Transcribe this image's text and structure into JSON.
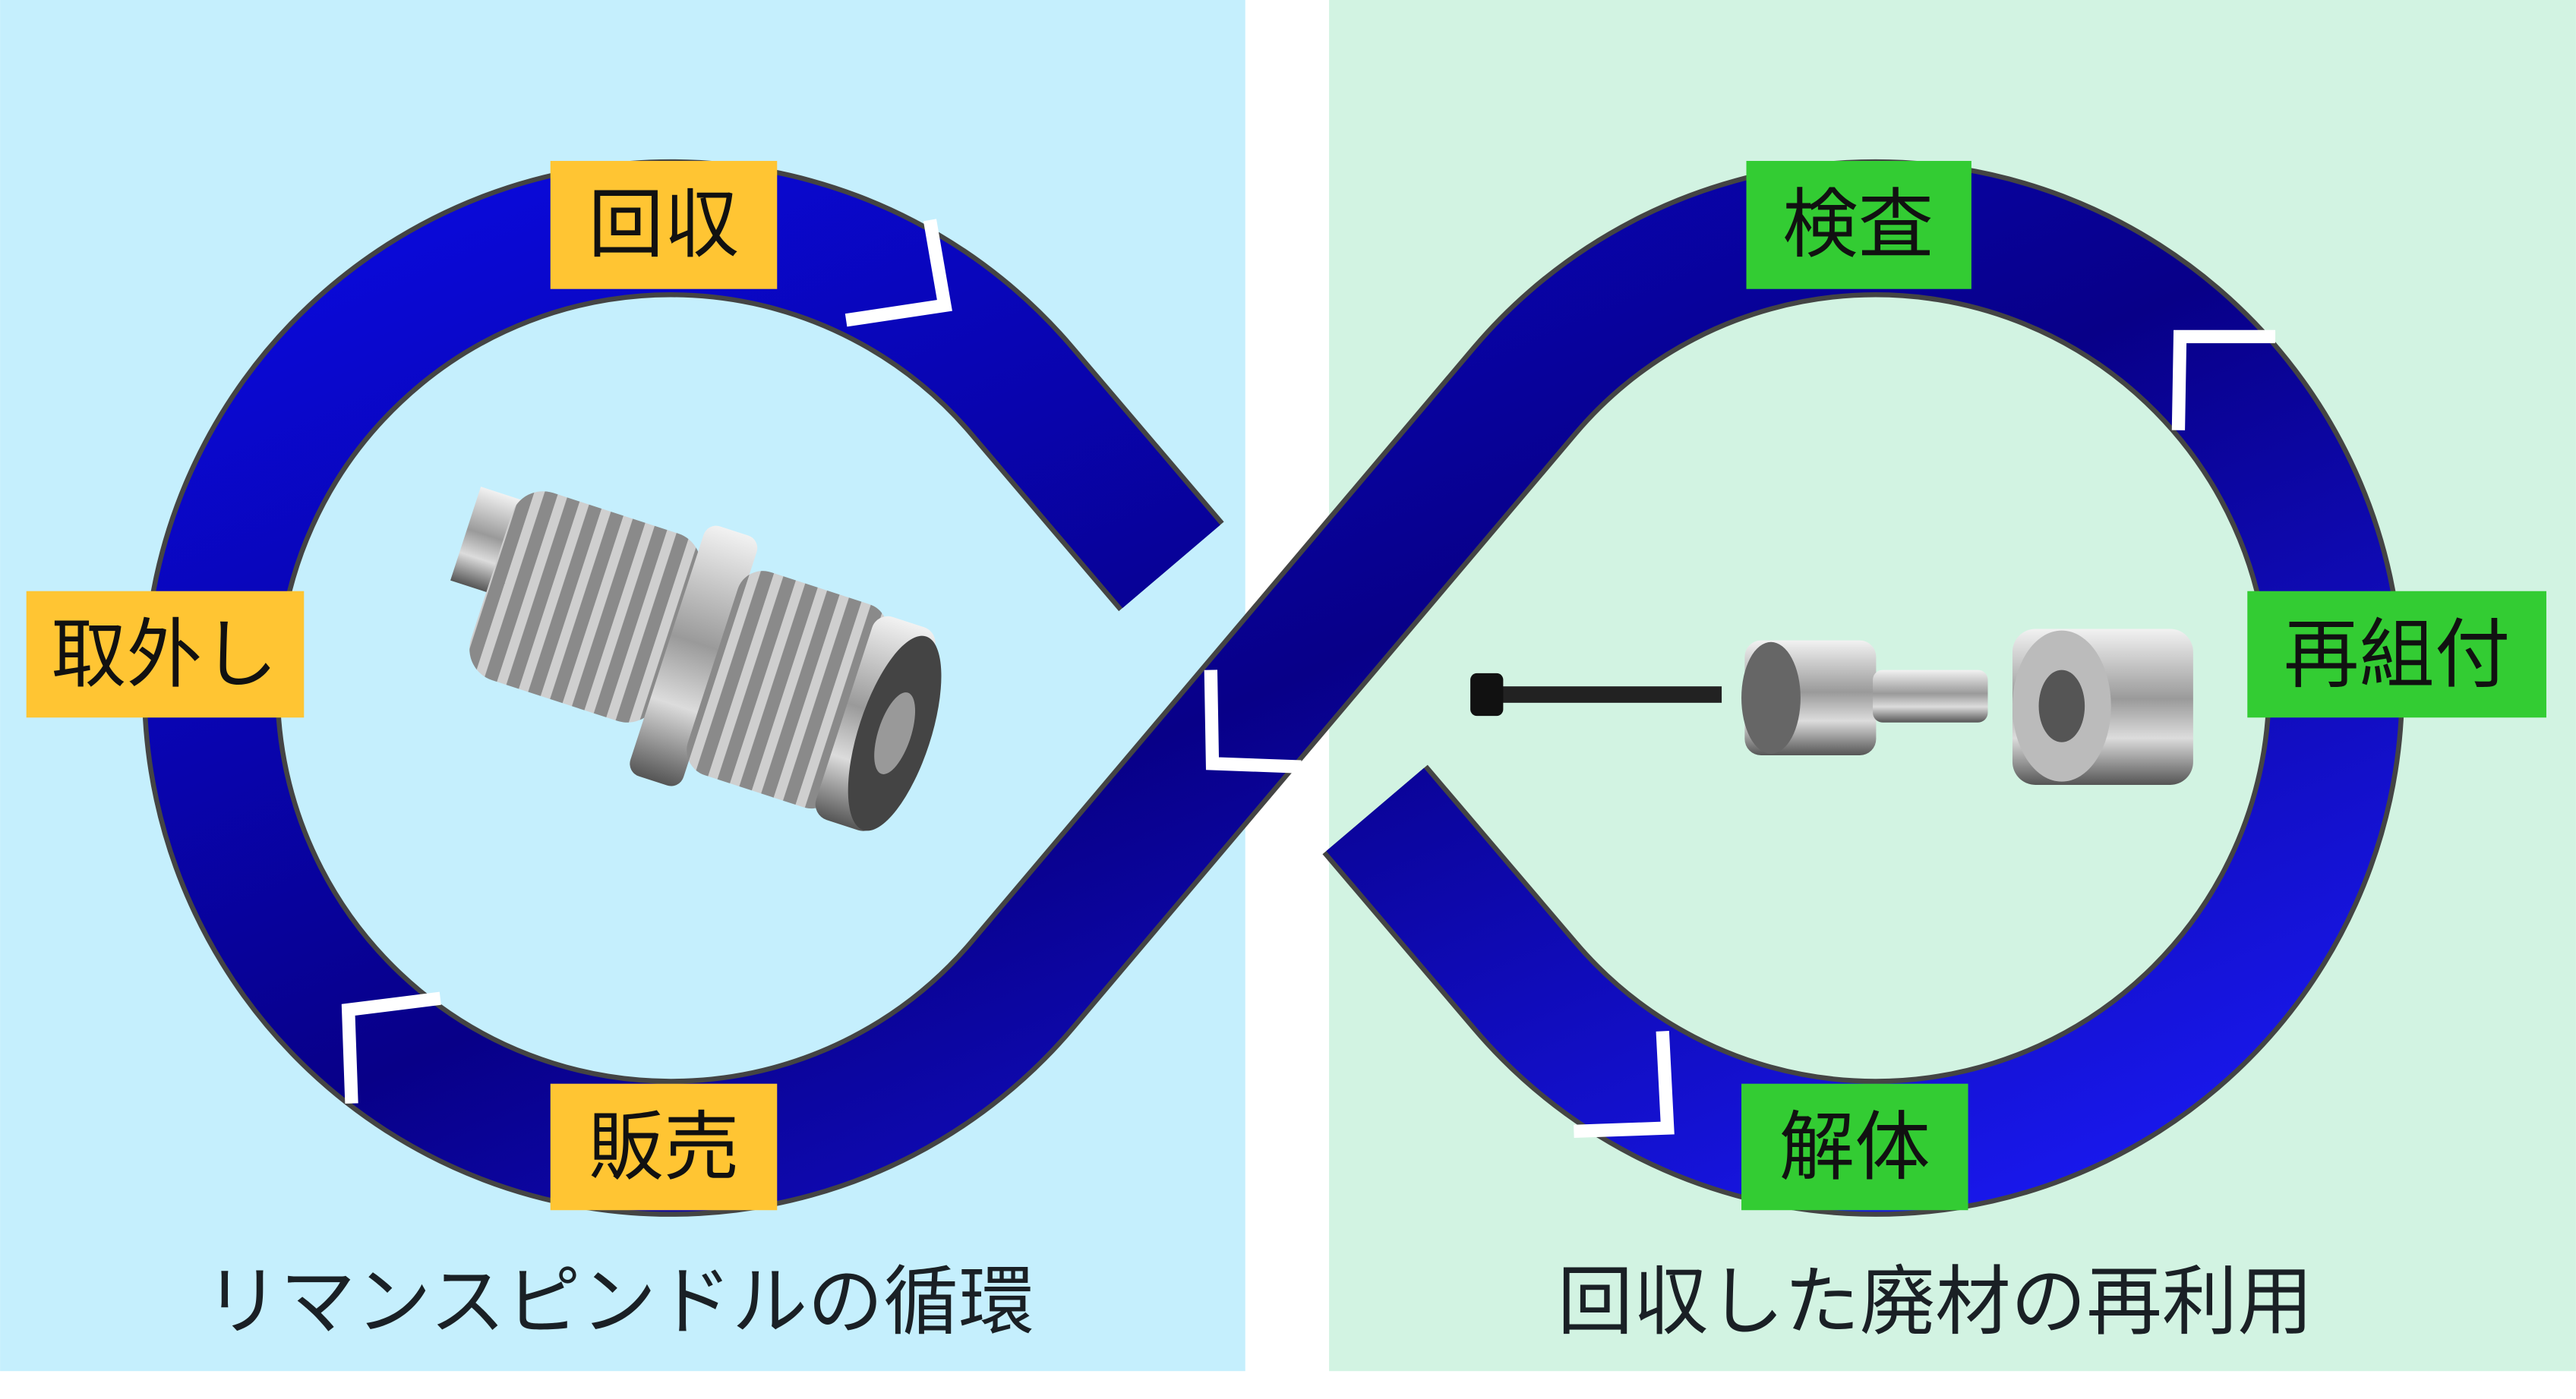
{
  "left_panel": {
    "caption": "リマンスピンドルの循環",
    "steps": {
      "top": "回収",
      "left": "取外し",
      "bottom": "販売"
    },
    "color": "#C5EFFD",
    "label_color": "#FFC533"
  },
  "right_panel": {
    "caption": "回収した廃材の再利用",
    "steps": {
      "top": "検査",
      "right": "再組付",
      "bottom": "解体"
    },
    "color": "#D2F3E2",
    "label_color": "#33CC33"
  },
  "band_colors": {
    "light": "#1A1AF5",
    "mid": "#0808D8",
    "dark": "#080088",
    "outline": "#444444"
  }
}
